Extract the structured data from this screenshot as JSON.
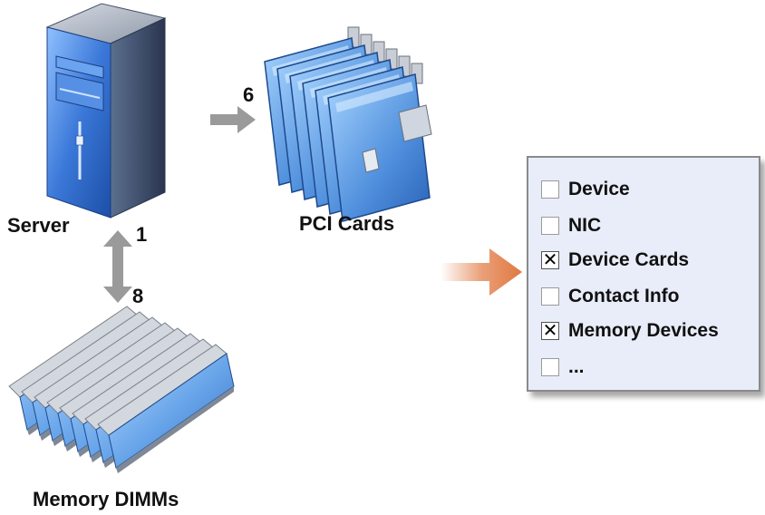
{
  "labels": {
    "server": "Server",
    "pci_cards": "PCI Cards",
    "memory_dimms": "Memory DIMMs"
  },
  "counts": {
    "server": "1",
    "pci_cards": "6",
    "memory_dimms": "8"
  },
  "checklist": [
    {
      "label": "Device",
      "checked": false
    },
    {
      "label": "NIC",
      "checked": false
    },
    {
      "label": "Device Cards",
      "checked": true
    },
    {
      "label": "Contact Info",
      "checked": false
    },
    {
      "label": "Memory Devices",
      "checked": true
    },
    {
      "label": "...",
      "checked": false
    }
  ],
  "icons": {
    "server": "server-tower-icon",
    "pci_cards": "pci-cards-icon",
    "memory_dimms": "memory-dimms-icon",
    "connector_server_pci": "arrow-right-icon",
    "connector_server_memory": "double-arrow-vertical-icon",
    "to_checklist": "orange-arrow-icon"
  },
  "colors": {
    "hardware_blue": "#4f86d6",
    "connector_gray": "#9a9a9a",
    "highlight_arrow": "#e07840",
    "panel_bg": "#e9edf9"
  }
}
